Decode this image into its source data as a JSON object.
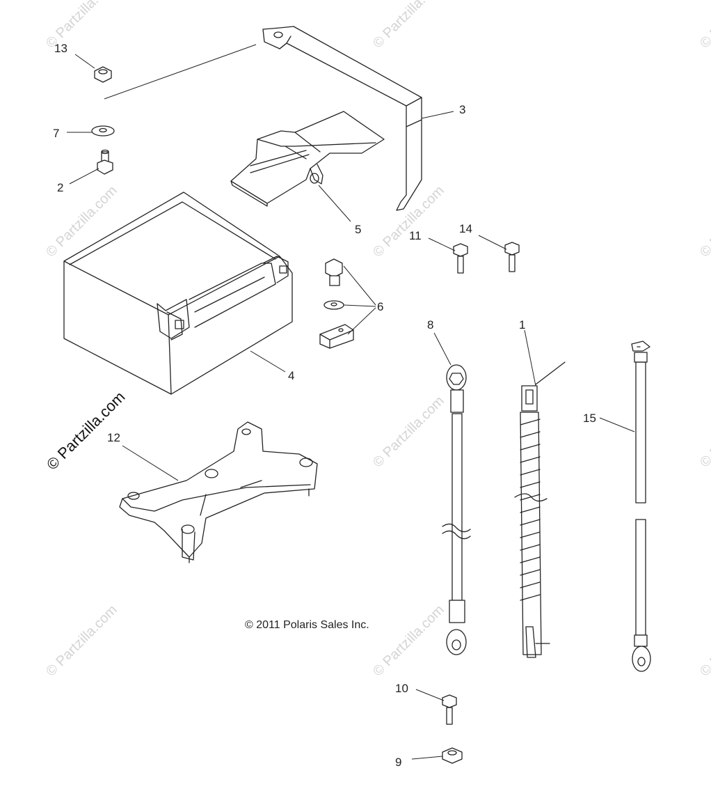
{
  "watermark": {
    "text": "© Partzilla.com"
  },
  "copyright": "© 2011 Polaris Sales Inc.",
  "callouts": [
    {
      "id": "13",
      "label": "13"
    },
    {
      "id": "7",
      "label": "7"
    },
    {
      "id": "2",
      "label": "2"
    },
    {
      "id": "3",
      "label": "3"
    },
    {
      "id": "5",
      "label": "5"
    },
    {
      "id": "11",
      "label": "11"
    },
    {
      "id": "14",
      "label": "14"
    },
    {
      "id": "6",
      "label": "6"
    },
    {
      "id": "4",
      "label": "4"
    },
    {
      "id": "8",
      "label": "8"
    },
    {
      "id": "1",
      "label": "1"
    },
    {
      "id": "15",
      "label": "15"
    },
    {
      "id": "12",
      "label": "12"
    },
    {
      "id": "10",
      "label": "10"
    },
    {
      "id": "9",
      "label": "9"
    }
  ]
}
